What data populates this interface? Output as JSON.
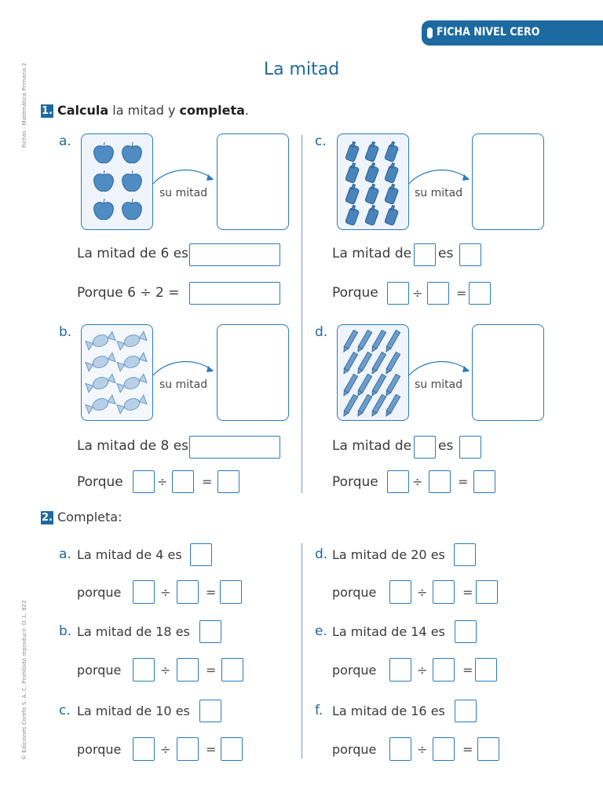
{
  "header": {
    "tab_label": "FICHA NIVEL CERO"
  },
  "side": {
    "top_text": "Fichas - Matemática Primaria 2",
    "bottom_text": "© Ediciones Corefo S. A. C. Prohibido reproducir. D. L. 822"
  },
  "title": "La mitad",
  "ex1": {
    "number": "1.",
    "word1": "Calcula",
    "middle": " la mitad y ",
    "word2": "completa",
    "end": ".",
    "items": [
      {
        "letter": "a.",
        "arrow_label": "su mitad",
        "line1": "La mitad de 6 es",
        "line2": "Porque 6 ÷ 2 =",
        "icon": "apple-icon",
        "count": 6
      },
      {
        "letter": "c.",
        "arrow_label": "su mitad",
        "line1_a": "La mitad de",
        "line1_b": "es",
        "line2": "Porque",
        "icon": "cellphone-icon",
        "count": 12
      },
      {
        "letter": "b.",
        "arrow_label": "su mitad",
        "line1": "La mitad de 8 es",
        "line2": "Porque",
        "icon": "candy-icon",
        "count": 8
      },
      {
        "letter": "d.",
        "arrow_label": "su mitad",
        "line1_a": "La mitad de",
        "line1_b": "es",
        "line2": "Porque",
        "icon": "pencil-icon",
        "count": 16
      }
    ]
  },
  "ex2": {
    "number": "2.",
    "label": "Completa:",
    "items": [
      {
        "letter": "a.",
        "text": "La mitad de 4 es",
        "reason": "porque"
      },
      {
        "letter": "d.",
        "text": "La mitad de 20 es",
        "reason": "porque"
      },
      {
        "letter": "b.",
        "text": "La mitad de 18 es",
        "reason": "porque"
      },
      {
        "letter": "e.",
        "text": "La mitad de 14 es",
        "reason": "porque"
      },
      {
        "letter": "c.",
        "text": "La mitad de 10 es",
        "reason": "porque"
      },
      {
        "letter": "f.",
        "text": "La mitad de 16 es",
        "reason": "porque"
      }
    ]
  },
  "symbols": {
    "divide": "÷",
    "equals": "="
  },
  "colors": {
    "accent": "#1d6aa0",
    "box_border": "#2a7bbd"
  }
}
